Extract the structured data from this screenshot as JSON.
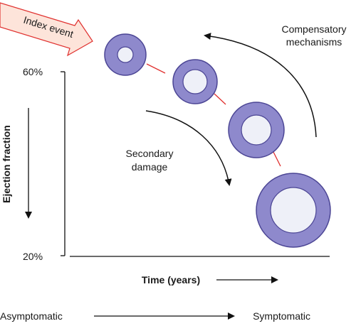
{
  "diagram": {
    "index_event_label": "Index event",
    "compensatory_label_line1": "Compensatory",
    "compensatory_label_line2": "mechanisms",
    "secondary_label_line1": "Secondary",
    "secondary_label_line2": "damage",
    "y_axis_label": "Ejection fraction",
    "y_tick_top": "60%",
    "y_tick_bottom": "20%",
    "x_axis_label": "Time (years)",
    "progression_start_label": "Asymptomatic",
    "progression_end_label": "Symptomatic",
    "colors": {
      "ring_fill": "#8e89cc",
      "ring_stroke": "#4b4594",
      "lumen_fill": "#eef0f8",
      "connector": "#e0312f",
      "arrow_fill": "#fde4da",
      "arrow_stroke": "#e0312f"
    }
  }
}
